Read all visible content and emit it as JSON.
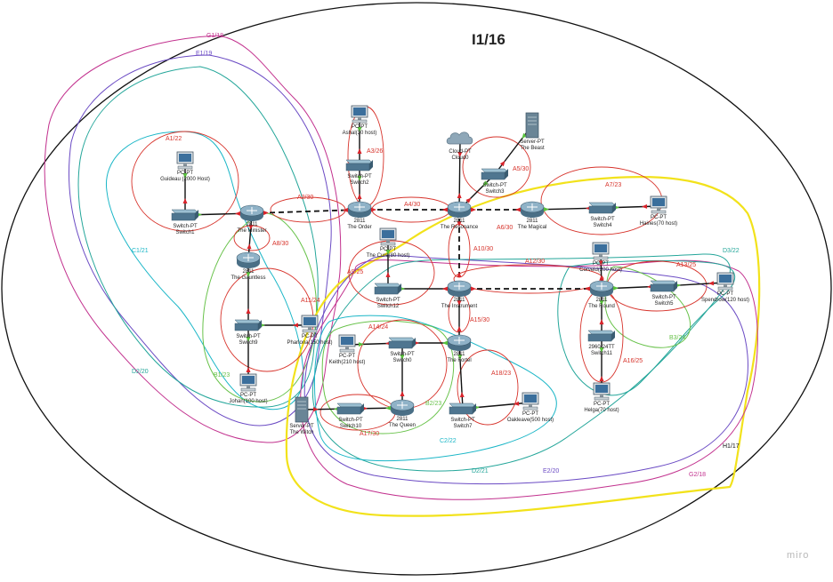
{
  "title": "I1/16",
  "watermark": "miro",
  "colors": {
    "red": "#d7332b",
    "teal": "#24a69a",
    "cyan": "#1ab6c7",
    "green": "#68c24a",
    "purple": "#6b4bc4",
    "magenta": "#c2318e",
    "yellow": "#f2e21b",
    "link_green": "#58c23b",
    "link_red": "#d8232a"
  },
  "devices": [
    {
      "id": "guideau",
      "kind": "pc",
      "lines": [
        "PC-PT",
        "Guideau (2000 Host)"
      ]
    },
    {
      "id": "switch1",
      "kind": "switch",
      "lines": [
        "Switch-PT",
        "Switch1"
      ]
    },
    {
      "id": "the-minister",
      "kind": "router",
      "lines": [
        "2811",
        "The Minister"
      ]
    },
    {
      "id": "the-gauntless",
      "kind": "router",
      "lines": [
        "2811",
        "The Gauntless"
      ]
    },
    {
      "id": "switch9",
      "kind": "switch",
      "lines": [
        "Switch-PT",
        "Switch9"
      ]
    },
    {
      "id": "pharlona",
      "kind": "pc",
      "lines": [
        "PC-PT",
        "Pharlona(150 host)"
      ]
    },
    {
      "id": "johan",
      "kind": "pc",
      "lines": [
        "PC-PT",
        "Johan(100 host)"
      ]
    },
    {
      "id": "ashal",
      "kind": "pc",
      "lines": [
        "PC-PT",
        "Ashal(30 host)"
      ]
    },
    {
      "id": "switch2",
      "kind": "switch",
      "lines": [
        "Switch-PT",
        "Switch2"
      ]
    },
    {
      "id": "the-order",
      "kind": "router",
      "lines": [
        "2811",
        "The Order"
      ]
    },
    {
      "id": "cloud0",
      "kind": "cloud",
      "lines": [
        "Cloud-PT",
        "Cloud0"
      ]
    },
    {
      "id": "the-beast",
      "kind": "server",
      "lines": [
        "Server-PT",
        "The Beast"
      ]
    },
    {
      "id": "switch3",
      "kind": "switch",
      "lines": [
        "Switch-PT",
        "Switch3"
      ]
    },
    {
      "id": "the-resonance",
      "kind": "router",
      "lines": [
        "2811",
        "The Resonance"
      ]
    },
    {
      "id": "the-magical",
      "kind": "router",
      "lines": [
        "2811",
        "The Magical"
      ]
    },
    {
      "id": "switch4",
      "kind": "switch",
      "lines": [
        "Switch-PT",
        "Switch4"
      ]
    },
    {
      "id": "haines",
      "kind": "pc",
      "lines": [
        "PC-PT",
        "Haines(70 host)"
      ]
    },
    {
      "id": "the-cure",
      "kind": "pc",
      "lines": [
        "PC-PT",
        "The Cure(80 host)"
      ]
    },
    {
      "id": "switch12",
      "kind": "switch",
      "lines": [
        "Switch-PT",
        "Switch12"
      ]
    },
    {
      "id": "the-instrument",
      "kind": "router",
      "lines": [
        "2811",
        "The Instrument"
      ]
    },
    {
      "id": "corveld",
      "kind": "pc",
      "lines": [
        "PC-PT",
        "Corveld(200 host)"
      ]
    },
    {
      "id": "the-round",
      "kind": "router",
      "lines": [
        "2811",
        "The Round"
      ]
    },
    {
      "id": "switch5",
      "kind": "switch",
      "lines": [
        "Switch-PT",
        "Switch5"
      ]
    },
    {
      "id": "spendrow",
      "kind": "pc",
      "lines": [
        "PC-PT",
        "Spendrow(120 host)"
      ]
    },
    {
      "id": "switch11",
      "kind": "switch",
      "lines": [
        "2960-24TT",
        "Switch11"
      ]
    },
    {
      "id": "helga",
      "kind": "pc",
      "lines": [
        "PC-PT",
        "Helga(70 host)"
      ]
    },
    {
      "id": "the-fortel",
      "kind": "router",
      "lines": [
        "2811",
        "The Fortel"
      ]
    },
    {
      "id": "keith",
      "kind": "pc",
      "lines": [
        "PC-PT",
        "Keith(210 host)"
      ]
    },
    {
      "id": "switch0",
      "kind": "switch",
      "lines": [
        "Switch-PT",
        "Switch0"
      ]
    },
    {
      "id": "the-queen",
      "kind": "router",
      "lines": [
        "2811",
        "The Queen"
      ]
    },
    {
      "id": "switch7",
      "kind": "switch",
      "lines": [
        "Switch-PT",
        "Switch7"
      ]
    },
    {
      "id": "oakleave",
      "kind": "pc",
      "lines": [
        "PC-PT",
        "Oakleave(500 host)"
      ]
    },
    {
      "id": "the-witch",
      "kind": "server",
      "lines": [
        "Server-PT",
        "The Witch"
      ]
    },
    {
      "id": "switch10",
      "kind": "switch",
      "lines": [
        "Switch-PT",
        "Switch10"
      ]
    }
  ],
  "links": [
    {
      "from": "guideau",
      "to": "switch1",
      "style": "solid"
    },
    {
      "from": "switch1",
      "to": "the-minister",
      "style": "solid"
    },
    {
      "from": "the-minister",
      "to": "the-order",
      "style": "dashed"
    },
    {
      "from": "the-minister",
      "to": "the-gauntless",
      "style": "solid"
    },
    {
      "from": "the-gauntless",
      "to": "switch9",
      "style": "solid"
    },
    {
      "from": "switch9",
      "to": "pharlona",
      "style": "solid"
    },
    {
      "from": "switch9",
      "to": "johan",
      "style": "solid"
    },
    {
      "from": "ashal",
      "to": "switch2",
      "style": "solid"
    },
    {
      "from": "switch2",
      "to": "the-order",
      "style": "solid"
    },
    {
      "from": "the-order",
      "to": "the-resonance",
      "style": "dashed"
    },
    {
      "from": "cloud0",
      "to": "the-resonance",
      "style": "solid"
    },
    {
      "from": "the-beast",
      "to": "switch3",
      "style": "solid"
    },
    {
      "from": "switch3",
      "to": "the-resonance",
      "style": "solid"
    },
    {
      "from": "the-resonance",
      "to": "the-magical",
      "style": "dashed"
    },
    {
      "from": "the-magical",
      "to": "switch4",
      "style": "solid"
    },
    {
      "from": "switch4",
      "to": "haines",
      "style": "solid"
    },
    {
      "from": "the-resonance",
      "to": "the-instrument",
      "style": "dashed"
    },
    {
      "from": "the-cure",
      "to": "switch12",
      "style": "solid"
    },
    {
      "from": "switch12",
      "to": "the-instrument",
      "style": "solid"
    },
    {
      "from": "the-instrument",
      "to": "the-round",
      "style": "dashed"
    },
    {
      "from": "corveld",
      "to": "the-round",
      "style": "solid"
    },
    {
      "from": "the-round",
      "to": "switch5",
      "style": "solid"
    },
    {
      "from": "switch5",
      "to": "spendrow",
      "style": "solid"
    },
    {
      "from": "the-round",
      "to": "switch11",
      "style": "solid"
    },
    {
      "from": "switch11",
      "to": "helga",
      "style": "solid"
    },
    {
      "from": "the-instrument",
      "to": "the-fortel",
      "style": "solid"
    },
    {
      "from": "the-fortel",
      "to": "switch0",
      "style": "solid"
    },
    {
      "from": "keith",
      "to": "switch0",
      "style": "solid"
    },
    {
      "from": "switch0",
      "to": "the-queen",
      "style": "solid"
    },
    {
      "from": "the-fortel",
      "to": "switch7",
      "style": "solid"
    },
    {
      "from": "switch7",
      "to": "oakleave",
      "style": "solid"
    },
    {
      "from": "the-queen",
      "to": "switch10",
      "style": "solid"
    },
    {
      "from": "switch10",
      "to": "the-witch",
      "style": "solid"
    }
  ],
  "networks": [
    {
      "label": "A1/22",
      "color": "red"
    },
    {
      "label": "A2/30",
      "color": "red"
    },
    {
      "label": "A3/26",
      "color": "red"
    },
    {
      "label": "A4/30",
      "color": "red"
    },
    {
      "label": "A5/30",
      "color": "red"
    },
    {
      "label": "A6/30",
      "color": "red"
    },
    {
      "label": "A7/23",
      "color": "red"
    },
    {
      "label": "A8/30",
      "color": "red"
    },
    {
      "label": "A9/25",
      "color": "red"
    },
    {
      "label": "A10/30",
      "color": "red"
    },
    {
      "label": "A11/24",
      "color": "red"
    },
    {
      "label": "A12/30",
      "color": "red"
    },
    {
      "label": "A13/25",
      "color": "red"
    },
    {
      "label": "A14/24",
      "color": "red"
    },
    {
      "label": "A15/30",
      "color": "red"
    },
    {
      "label": "A16/25",
      "color": "red"
    },
    {
      "label": "A17/30",
      "color": "red"
    },
    {
      "label": "A18/23",
      "color": "red"
    },
    {
      "label": "B1/23",
      "color": "green"
    },
    {
      "label": "B2/23",
      "color": "green"
    },
    {
      "label": "B3/24",
      "color": "green"
    },
    {
      "label": "C1/21",
      "color": "cyan"
    },
    {
      "label": "C2/22",
      "color": "cyan"
    },
    {
      "label": "D2/20",
      "color": "teal"
    },
    {
      "label": "D2/21",
      "color": "teal"
    },
    {
      "label": "D3/22",
      "color": "teal"
    },
    {
      "label": "E1/19",
      "color": "purple"
    },
    {
      "label": "E2/20",
      "color": "purple"
    },
    {
      "label": "G1/18",
      "color": "magenta"
    },
    {
      "label": "G2/18",
      "color": "magenta"
    },
    {
      "label": "H1/17",
      "color": "black"
    }
  ]
}
